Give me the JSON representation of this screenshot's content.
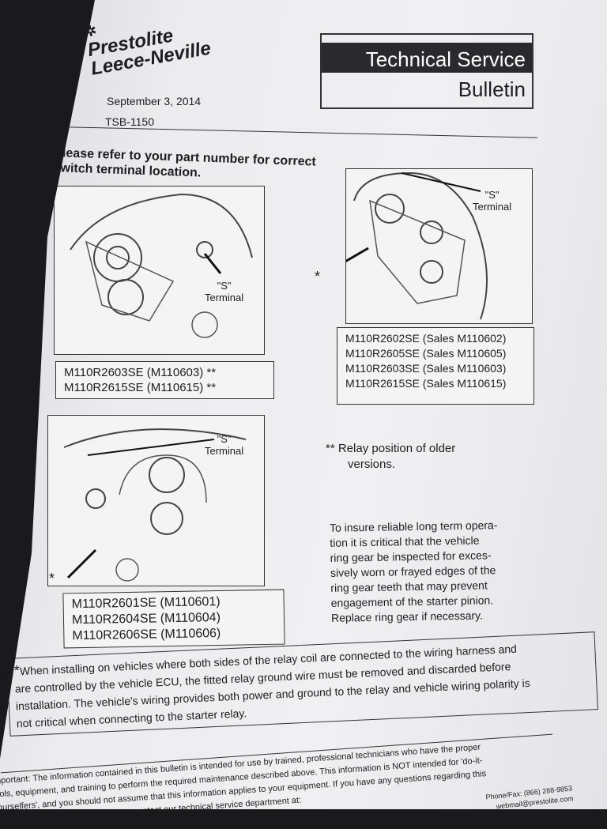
{
  "header": {
    "logo_text": [
      "Prestolite",
      "Leece-Neville"
    ],
    "tsb_title": "Technical Service",
    "tsb_subtitle": "Bulletin",
    "date": "September 3, 2014",
    "tsb_number": "TSB-1150"
  },
  "heading": [
    "Please refer to your part number for correct",
    "switch terminal location."
  ],
  "figures": [
    {
      "terminal_label": "\"S\"",
      "terminal_word": "Terminal",
      "parts": [
        "M110R2603SE (M110603) **",
        "M110R2615SE (M110615) **"
      ]
    },
    {
      "terminal_label": "\"S\"",
      "terminal_word": "Terminal",
      "marker": "*",
      "parts": [
        "M110R2602SE (Sales M110602)",
        "M110R2605SE (Sales M110605)",
        "M110R2603SE (Sales M110603)",
        "M110R2615SE (Sales M110615)"
      ]
    },
    {
      "terminal_label": "\"S\"",
      "terminal_word": "Terminal",
      "marker": "*",
      "parts": [
        "M110R2601SE (M110601)",
        "M110R2604SE (M110604)",
        "M110R2606SE (M110606)"
      ]
    }
  ],
  "relay_note": [
    "** Relay position of older",
    "versions."
  ],
  "ring_gear_note": [
    "To insure reliable long term opera-",
    "tion it is critical that the vehicle",
    "ring gear be inspected for exces-",
    "sively worn or frayed edges of the",
    "ring gear teeth that may prevent",
    "engagement of the starter pinion.",
    "Replace ring gear if necessary."
  ],
  "warning": {
    "marker": "*",
    "lines": [
      "When installing on vehicles where both sides of the relay coil are connected to the wiring harness and",
      "are controlled by the vehicle ECU, the fitted relay ground wire must be removed and discarded before",
      "installation. The vehicle's wiring provides both power and ground to the relay and vehicle wiring polarity is",
      "not critical when connecting to the starter relay."
    ]
  },
  "disclaimer": [
    "Important:  The information contained in this bulletin is intended for use by trained, professional technicians who have the proper",
    "tools, equipment, and training to perform the required maintenance described above.  This information is NOT intended for 'do-it-",
    "yourselfers', and you should not assume that this information applies to your equipment.  If you have any questions regarding this",
    "bulletin, visit www.prestolite.com, or contact our technical service department at:"
  ],
  "contact": {
    "phone": "Phone/Fax: (866) 288-9853",
    "email": "webmail@prestolite.com"
  }
}
